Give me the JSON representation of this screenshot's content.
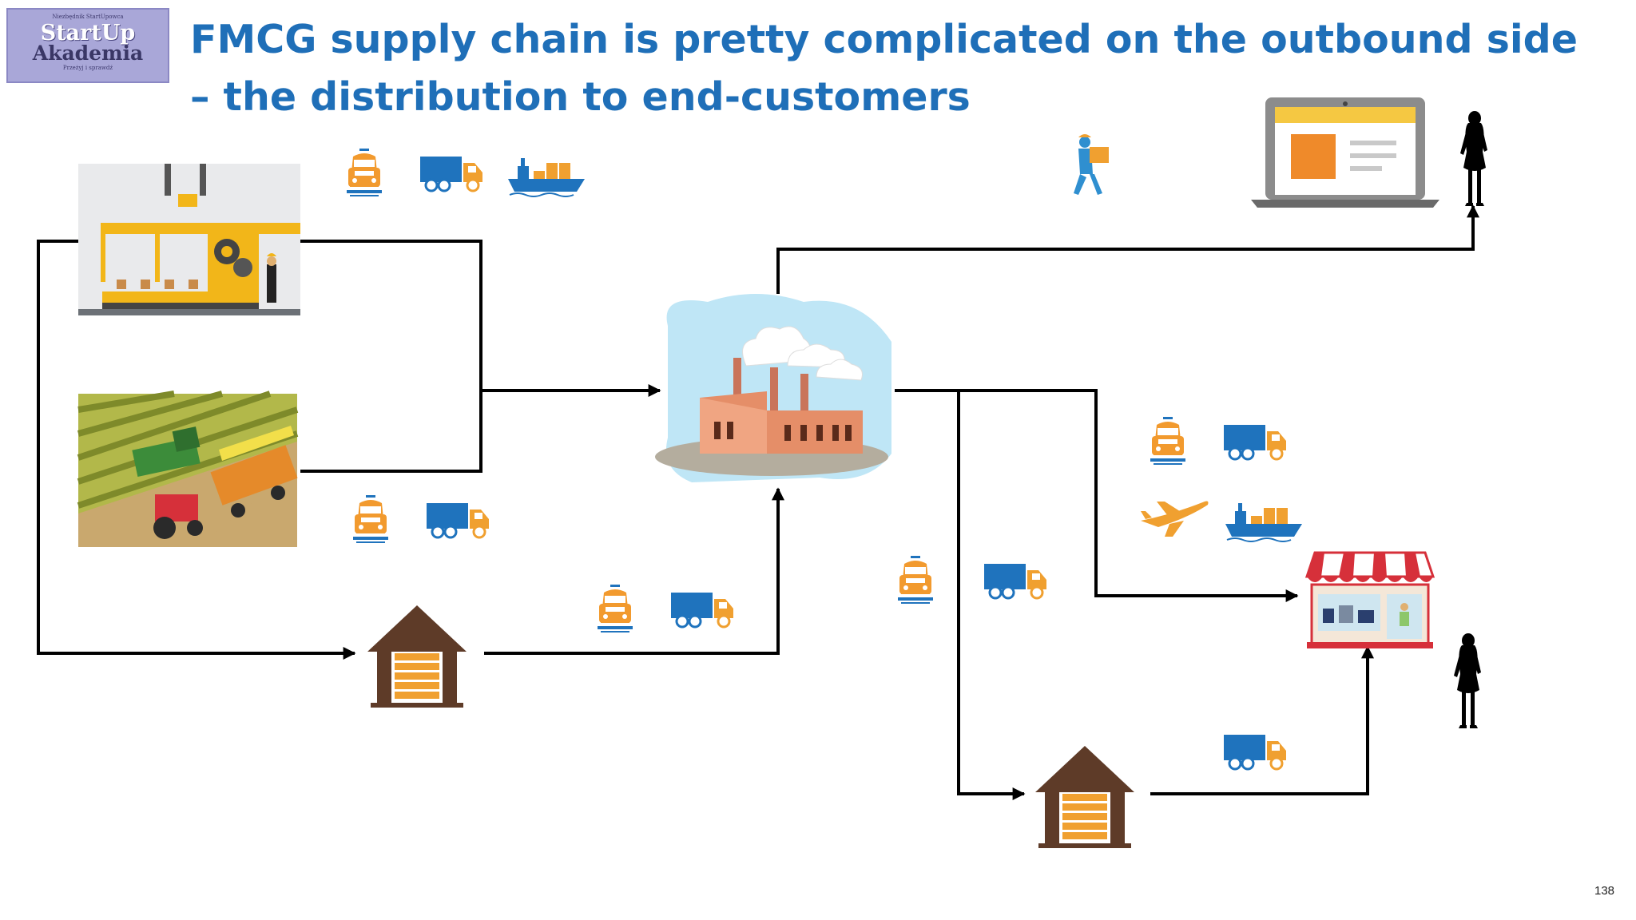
{
  "slide": {
    "title": "FMCG supply chain is pretty complicated on the outbound side – the distribution to end-customers",
    "page_number": "138"
  },
  "logo": {
    "top_text": "Niezbędnik StartUpowca",
    "line1": "StartUp",
    "line2": "Akademia",
    "bottom_text": "Przeżyj i sprawdź"
  },
  "colors": {
    "title": "#1f6fb8",
    "arrow": "#000000",
    "truck_body": "#1f73bd",
    "truck_cab": "#f0a030",
    "train": "#f29a2e",
    "warehouse_roof": "#5e3b28",
    "warehouse_door": "#f0a030"
  },
  "nodes": [
    {
      "name": "factory-machinery-illustration",
      "icon": "production-line-icon"
    },
    {
      "name": "farm-harvest-illustration",
      "icon": "harvester-icon"
    },
    {
      "name": "raw-material-warehouse",
      "icon": "warehouse-icon"
    },
    {
      "name": "manufacturing-plant",
      "icon": "factory-icon"
    },
    {
      "name": "distribution-warehouse",
      "icon": "warehouse-icon"
    },
    {
      "name": "retail-store",
      "icon": "store-icon"
    },
    {
      "name": "online-shop-laptop",
      "icon": "laptop-icon"
    },
    {
      "name": "courier",
      "icon": "delivery-person-icon"
    },
    {
      "name": "end-customer-online",
      "icon": "woman-silhouette-icon"
    },
    {
      "name": "end-customer-store",
      "icon": "woman-silhouette-icon"
    }
  ],
  "transport_groups": [
    {
      "name": "inbound-top",
      "modes": [
        "train-icon",
        "truck-icon",
        "ship-icon"
      ]
    },
    {
      "name": "inbound-farm",
      "modes": [
        "train-icon",
        "truck-icon"
      ]
    },
    {
      "name": "inbound-warehouse",
      "modes": [
        "train-icon",
        "truck-icon"
      ]
    },
    {
      "name": "outbound-store",
      "modes": [
        "train-icon",
        "truck-icon",
        "plane-icon",
        "ship-icon"
      ]
    },
    {
      "name": "outbound-warehouse",
      "modes": [
        "train-icon",
        "truck-icon"
      ]
    },
    {
      "name": "last-mile",
      "modes": [
        "truck-icon"
      ]
    }
  ]
}
